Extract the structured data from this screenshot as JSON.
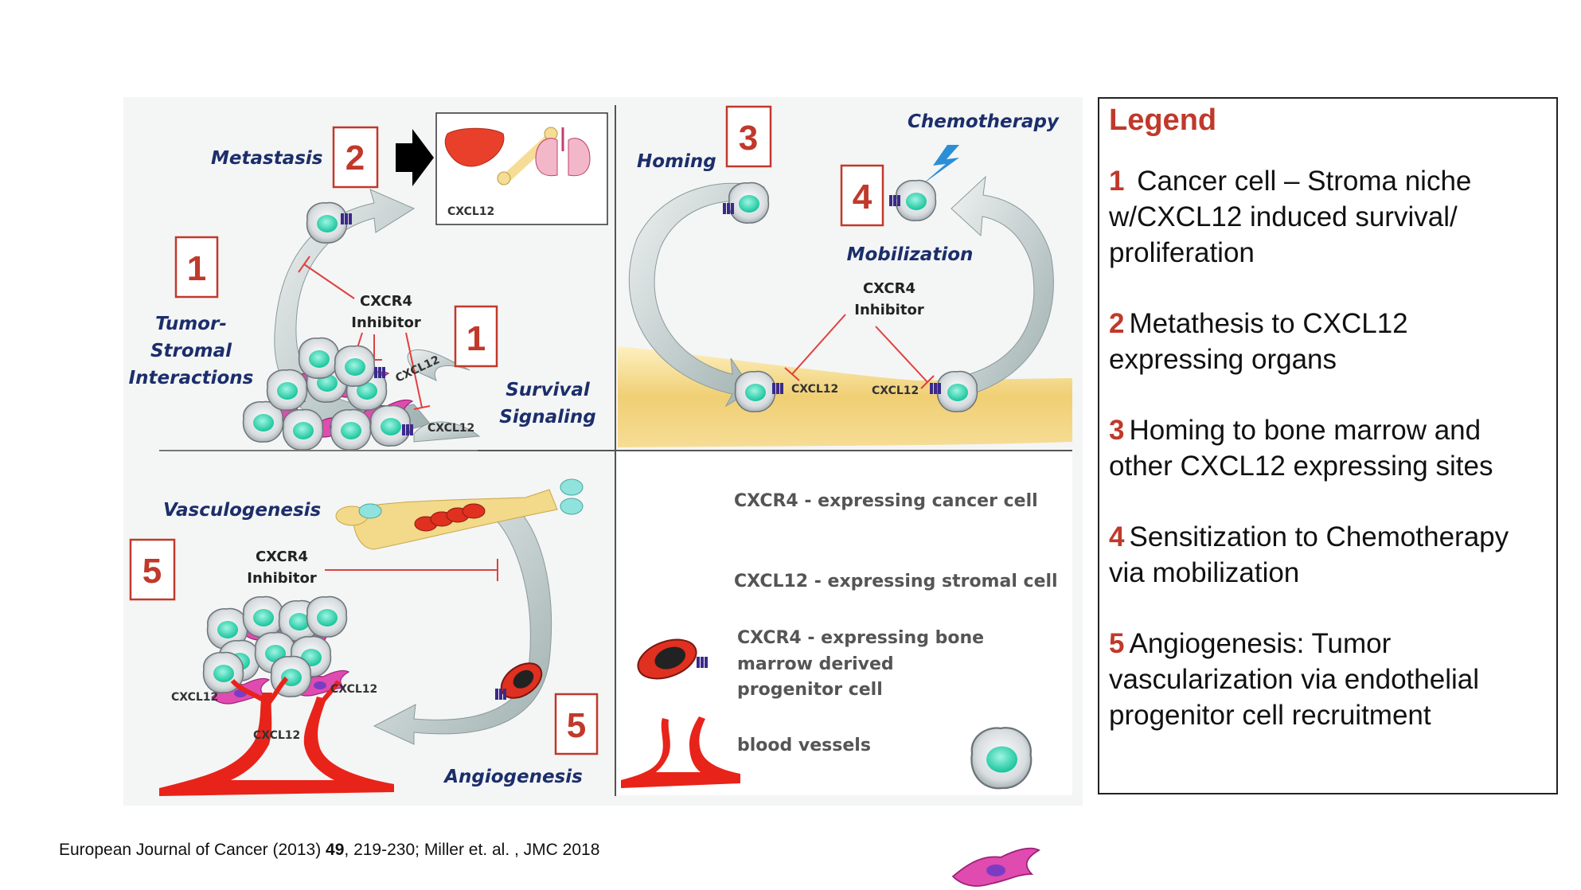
{
  "labels": {
    "metastasis": "Metastasis",
    "tumor_stromal": [
      "Tumor-",
      "Stromal",
      "Interactions"
    ],
    "survival_signaling": [
      "Survival",
      "Signaling"
    ],
    "homing": "Homing",
    "chemotherapy": "Chemotherapy",
    "mobilization": "Mobilization",
    "vasculogenesis": "Vasculogenesis",
    "angiogenesis": "Angiogenesis",
    "inhibitor_line1": "CXCR4",
    "inhibitor_line2": "Inhibitor",
    "cxcl12": "CXCL12"
  },
  "numbers": {
    "n1": "1",
    "n2": "2",
    "n3": "3",
    "n4": "4",
    "n5": "5"
  },
  "key": {
    "cancer_cell": "CXCR4 - expressing cancer cell",
    "stromal_cell": "CXCL12 - expressing stromal cell",
    "progenitor": [
      "CXCR4 - expressing bone",
      "marrow derived",
      "progenitor cell"
    ],
    "vessels": "blood vessels"
  },
  "legend": {
    "title": "Legend",
    "entries": [
      {
        "num": "1",
        "text": " Cancer cell – Stroma niche w/CXCL12 induced survival/ proliferation"
      },
      {
        "num": "2",
        "text": "Metathesis to CXCL12 expressing organs"
      },
      {
        "num": "3",
        "text": "Homing to bone marrow and other CXCL12 expressing sites"
      },
      {
        "num": "4",
        "text": "Sensitization to Chemotherapy via mobilization"
      },
      {
        "num": "5",
        "text": "Angiogenesis: Tumor vascularization via endothelial progenitor cell recruitment"
      }
    ]
  },
  "citation": {
    "part1": "European Journal of Cancer (2013) ",
    "bold": "49",
    "part2": ", 219-230; Miller et. al. , JMC 2018"
  },
  "colors": {
    "accent_red": "#c0392b",
    "label_blue": "#1b2e6b",
    "cell_teal": "#2fd6b4",
    "stroma_magenta": "#d63aa6",
    "vessel_red": "#e8231a",
    "bone": "#f3d98a"
  }
}
